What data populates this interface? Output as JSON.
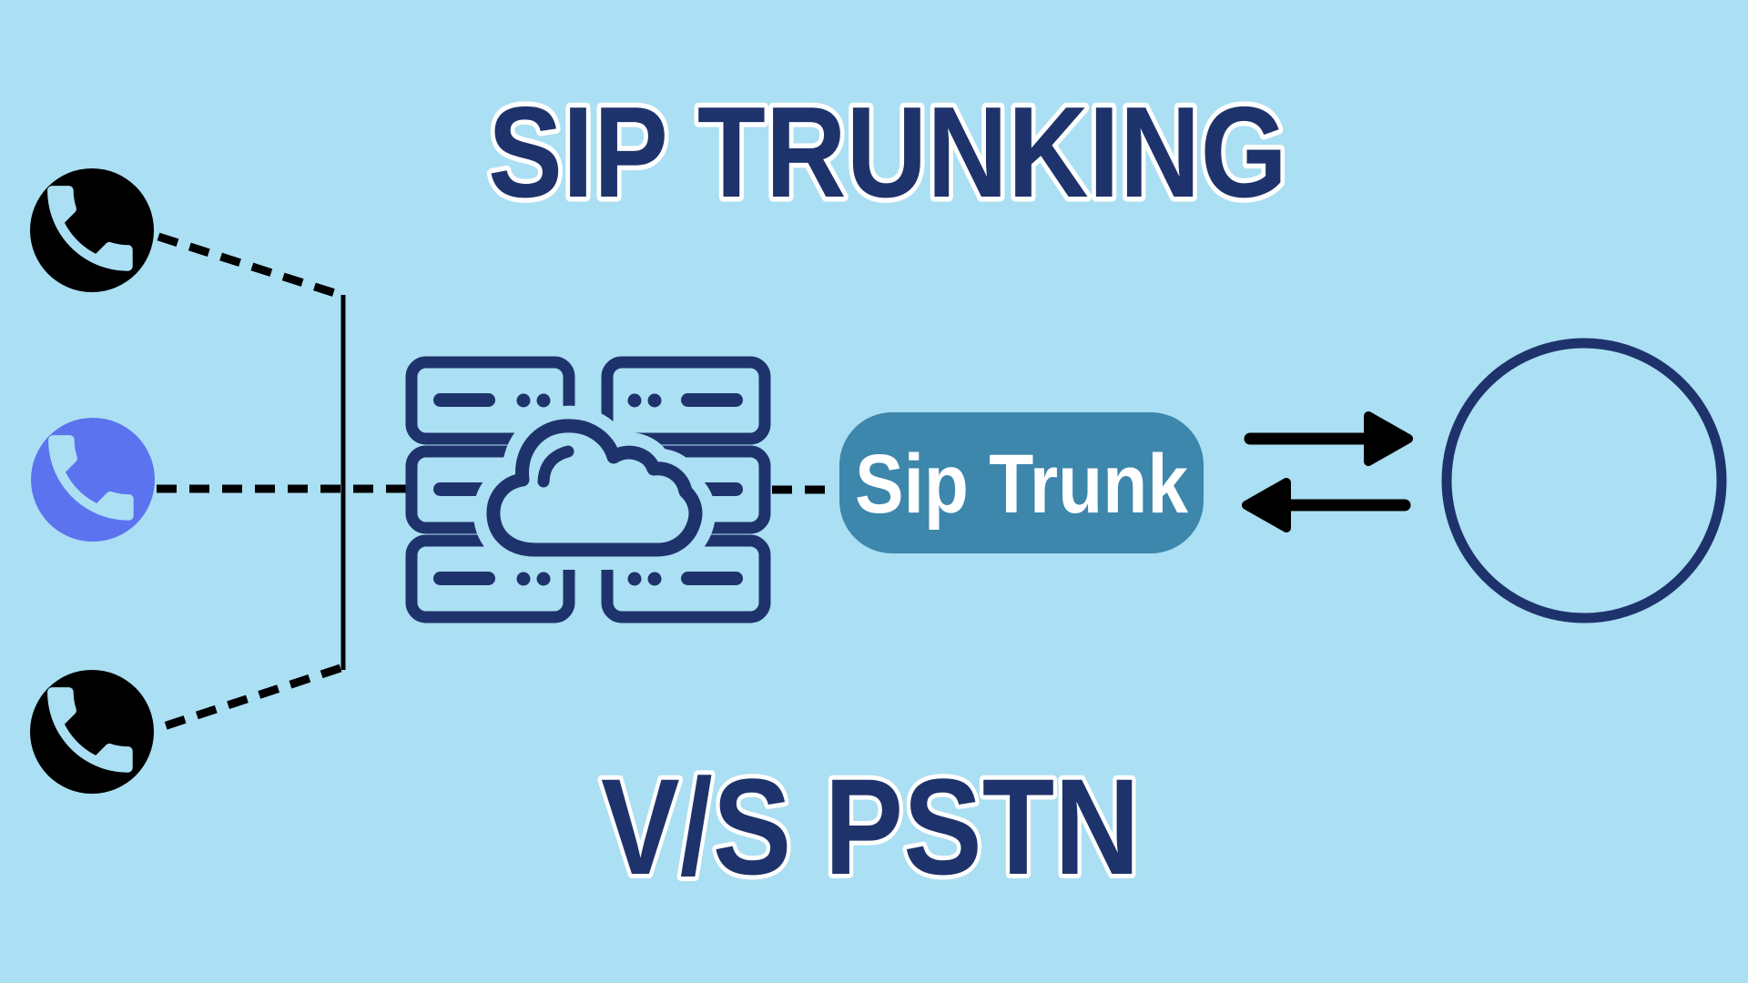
{
  "title": "SIP TRUNKING",
  "subtitle": "V/S PSTN",
  "sip_trunk": {
    "label": "Sip Trunk"
  },
  "colors": {
    "background": "#abdff3",
    "navy": "#1e336b",
    "phone-blue": "#5b73ee",
    "teal": "#3d86ac",
    "black": "#000000",
    "white": "#ffffff"
  },
  "icons": {
    "left_column": [
      "phone-handset-icon",
      "phone-handset-icon",
      "phone-handset-icon"
    ],
    "center": "server-cloud-icon",
    "connector": "bidirectional-arrows-icon",
    "right": "globe-icon"
  }
}
